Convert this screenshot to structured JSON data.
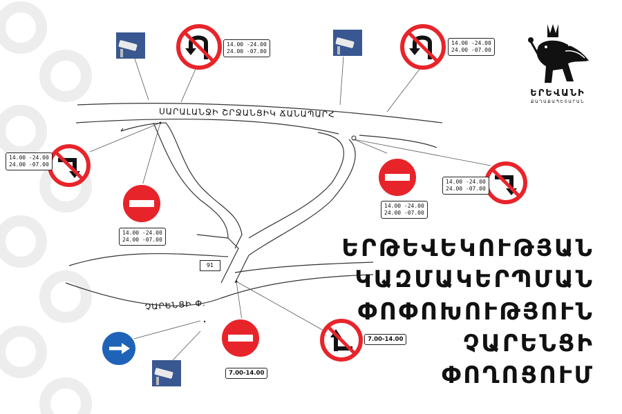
{
  "streets": {
    "top_road": "ՍԱՐԱԼԱՆՋԻ ՇՐՋԱՆՑԻԿ ՃԱՆԱՊԱՐՀ",
    "bottom_road": "ՉԱՐԵՆՑԻ Փ."
  },
  "route_number": "91",
  "time_windows": {
    "night": [
      "14.00 -24.00",
      "24.00 -07.00"
    ],
    "day": "7.00-14.00"
  },
  "signs": [
    {
      "type": "no-left-turn",
      "time": "night"
    },
    {
      "type": "no-left-turn",
      "time": "night"
    },
    {
      "type": "no-right-turn",
      "time": "night"
    },
    {
      "type": "no-right-turn",
      "time": "night"
    },
    {
      "type": "no-entry",
      "time": "night"
    },
    {
      "type": "no-entry",
      "time": "night"
    },
    {
      "type": "no-entry",
      "time": "day"
    },
    {
      "type": "no-straight-or-left",
      "time": "day"
    },
    {
      "type": "mandatory-right",
      "time": null
    }
  ],
  "cameras": 3,
  "logo": {
    "name": "ԵՐԵՎԱՆԻ",
    "subtitle": "ՔԱՂԱՔԱՊԵՏԱՐԱՆ"
  },
  "title_lines": [
    "ԵՐԹԵՎԵԿՈՒԹՅԱՆ",
    "ԿԱԶՄԱԿԵՐՊՄԱՆ",
    "ՓՈՓՈԽՈՒԹՅՈՒՆ",
    "ՉԱՐԵՆՑԻ",
    "ՓՈՂՈՑՈՒՄ"
  ],
  "colors": {
    "sign_red": "#e8242b",
    "sign_blue": "#1f63b8",
    "camera_blue": "#1c3a78",
    "watermark": "#ececec"
  }
}
